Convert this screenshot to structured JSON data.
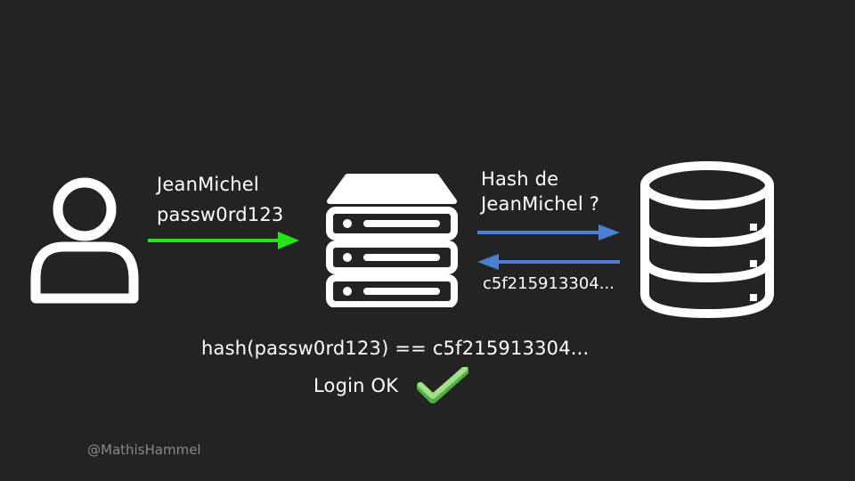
{
  "colors": {
    "background": "#232323",
    "icon_white": "#ffffff",
    "login_arrow": "#22e51a",
    "query_arrow": "#4a7fd4",
    "check_light": "#a4e08a",
    "check_dark": "#4fb043",
    "footer_text": "#8a8a8a"
  },
  "icons": {
    "user": "user-icon",
    "server": "server-icon",
    "database": "database-icon",
    "check": "check-icon"
  },
  "credentials": {
    "username": "JeanMichel",
    "password": "passw0rd123"
  },
  "query": {
    "line1": "Hash de",
    "line2": "JeanMichel ?"
  },
  "response": {
    "hash": "c5f215913304..."
  },
  "verification": {
    "expression": "hash(passw0rd123) == c5f215913304...",
    "result": "Login OK"
  },
  "footer": {
    "handle": "@MathisHammel"
  }
}
